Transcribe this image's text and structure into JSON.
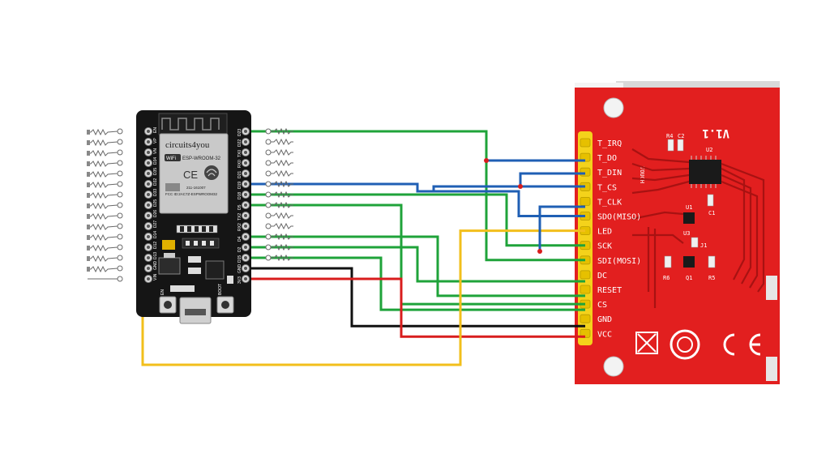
{
  "board": {
    "brand": "circuits4you",
    "module_name": "ESP-WROOM-32",
    "wifi_label": "WiFi",
    "fcc_id": "FCC ID:2AC7Z-ESPWROOM32",
    "cert_number": "211-161007",
    "button_en": "EN",
    "button_boot": "BOOT",
    "left_pins": [
      "EN",
      "VP",
      "VN",
      "D34",
      "D35",
      "D32",
      "D33",
      "D25",
      "D26",
      "D27",
      "D14",
      "D12",
      "D13",
      "GND",
      "VIN"
    ],
    "right_pins": [
      "D23",
      "D22",
      "TX0",
      "RX0",
      "D21",
      "D19",
      "D18",
      "D5",
      "TX2",
      "RX2",
      "D4",
      "D2",
      "D15",
      "GND",
      "3V3"
    ]
  },
  "display": {
    "version_text": "V1.1",
    "touch_label": "TOUCH",
    "chip_labels": [
      "U2",
      "C2",
      "R4",
      "C1",
      "U1",
      "U3",
      "R6",
      "R5",
      "Q1",
      "J1"
    ],
    "pins": [
      "T_IRQ",
      "T_DO",
      "T_DIN",
      "T_CS",
      "T_CLK",
      "SDO(MISO)",
      "LED",
      "SCK",
      "SDI(MOSI)",
      "DC",
      "RESET",
      "CS",
      "GND",
      "VCC"
    ]
  },
  "wire_colors": {
    "green": "#1fa33a",
    "blue": "#1f5fb4",
    "yellow": "#f2bf1b",
    "black": "#111111",
    "red": "#d81d1d"
  },
  "colors": {
    "pcb_red": "#e21f1f",
    "board_black": "#151515",
    "module_gray": "#c9c9c9",
    "header_yellow": "#f4d21b"
  }
}
